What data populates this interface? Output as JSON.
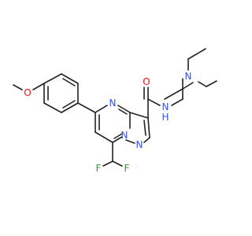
{
  "molecule": {
    "atom_labels": {
      "methoxy_o": "O",
      "pyrimidine_n": "N",
      "bridge_n": "N",
      "pyrazole_n": "N",
      "amide_o": "O",
      "amide_n": "N",
      "amide_h": "H",
      "amine_n": "N",
      "fluorine_left": "F",
      "fluorine_right": "F"
    },
    "colors": {
      "nitrogen": "#3050F8",
      "oxygen": "#FF0D0D",
      "fluorine": "#2E9E2E",
      "bond": "#222222"
    }
  }
}
